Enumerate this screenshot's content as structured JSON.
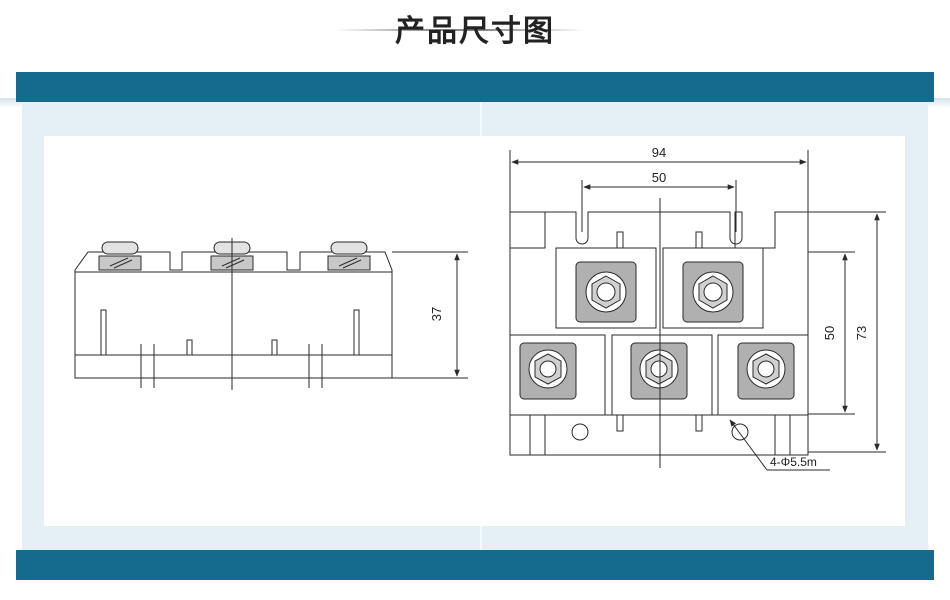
{
  "title": "产品尺寸图",
  "dimensions": {
    "side_height": "37",
    "overall_width": "94",
    "hole_spacing": "50",
    "inner_height": "50",
    "overall_height": "73",
    "mounting_holes": "4-Φ5.5m"
  },
  "colors": {
    "frame": "#156b8c",
    "panel": "#e5f0f6",
    "line": "#2a2a2a",
    "fill_gray": "#b0b0b0"
  }
}
